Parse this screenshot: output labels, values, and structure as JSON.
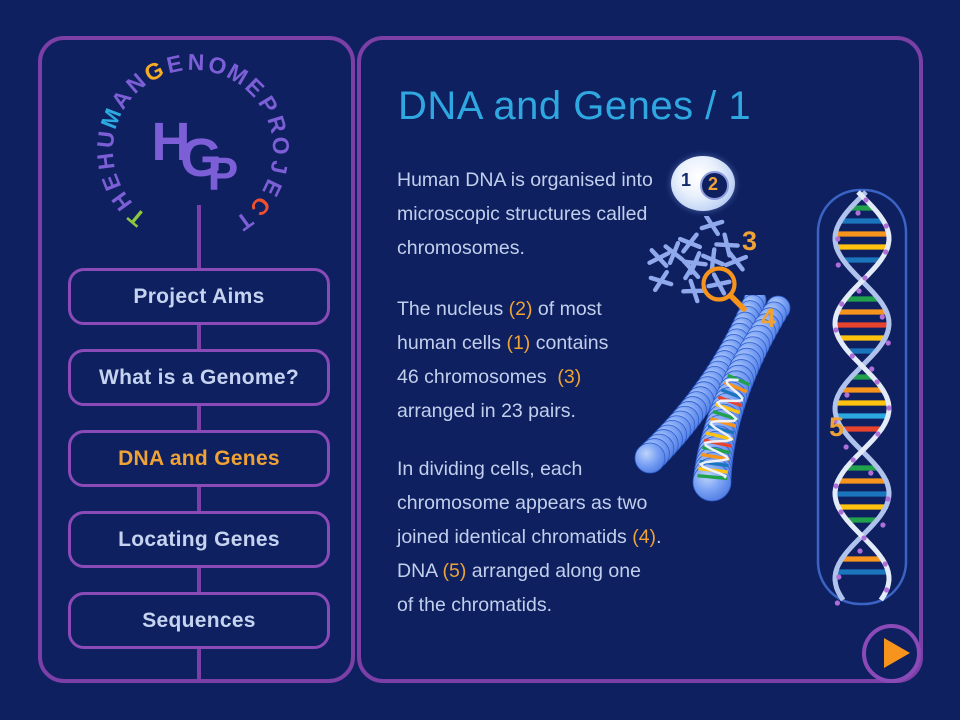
{
  "colors": {
    "background": "#0E2060",
    "panel_border": "#7C3FA6",
    "button_border": "#8A4AB8",
    "accent_orange": "#EFA235",
    "title_blue": "#2FA8E1",
    "body_text": "#C2CFEC",
    "nav_text": "#C6D3F0",
    "logo_purple": "#7C5FD6",
    "magnifier_orange": "#F7941D",
    "play_orange": "#F7941D"
  },
  "sidebar": {
    "logo": {
      "ring_text": "THE HUMAN GENOME PROJECT",
      "center": "HGP",
      "letter_colors": {
        "0": "#8DC63F",
        "5": "#2BA9E0",
        "8": "#F7AC26",
        "19": "#F0502D"
      }
    },
    "nav": [
      {
        "label": "Project Aims",
        "active": false
      },
      {
        "label": "What is a Genome?",
        "active": false
      },
      {
        "label": "DNA and Genes",
        "active": true
      },
      {
        "label": "Locating Genes",
        "active": false
      },
      {
        "label": "Sequences",
        "active": false
      }
    ]
  },
  "main": {
    "title": "DNA and Genes / 1",
    "paragraphs": [
      {
        "lines": [
          [
            {
              "t": "Human DNA is organised into"
            }
          ],
          [
            {
              "t": "microscopic structures called"
            }
          ],
          [
            {
              "t": "chromosomes."
            }
          ]
        ]
      },
      {
        "lines": [
          [
            {
              "t": "The nucleus "
            },
            {
              "t": "(2)",
              "accent": true
            },
            {
              "t": " of most"
            }
          ],
          [
            {
              "t": "human cells "
            },
            {
              "t": "(1)",
              "accent": true
            },
            {
              "t": " contains"
            }
          ],
          [
            {
              "t": "46 chromosomes  "
            },
            {
              "t": "(3)",
              "accent": true
            }
          ],
          [
            {
              "t": "arranged in 23 pairs."
            }
          ]
        ]
      },
      {
        "lines": [
          [
            {
              "t": "In dividing cells, each"
            }
          ],
          [
            {
              "t": "chromosome appears as two"
            }
          ],
          [
            {
              "t": "joined identical chromatids "
            },
            {
              "t": "(4)",
              "accent": true
            },
            {
              "t": "."
            }
          ],
          [
            {
              "t": "DNA "
            },
            {
              "t": "(5)",
              "accent": true
            },
            {
              "t": " arranged along one"
            }
          ],
          [
            {
              "t": "of the chromatids."
            }
          ]
        ]
      }
    ],
    "figure_labels": {
      "cell": "1",
      "nucleus": "2",
      "chromosomes": "3",
      "chromatid": "4",
      "dna": "5"
    }
  },
  "illustration": {
    "dna_rung_colors": [
      "#22A14C",
      "#1B75BC",
      "#F7941D",
      "#FFC20E",
      "#1B75BC",
      "#22A14C",
      "#F7941D",
      "#E8432C",
      "#FFC20E",
      "#1B75BC",
      "#22A14C",
      "#F7941D",
      "#FFC20E",
      "#2BA9E0",
      "#E8432C",
      "#22A14C",
      "#F7941D",
      "#1B75BC",
      "#FFC20E",
      "#22A14C",
      "#F7941D",
      "#1B75BC"
    ],
    "chromatid_stripe_colors": [
      "#22A14C",
      "#F7941D",
      "#1B75BC",
      "#E8432C",
      "#FFC20E",
      "#22A14C",
      "#F7941D",
      "#1B75BC",
      "#FFC20E",
      "#E8432C",
      "#22A14C",
      "#F7941D",
      "#1B75BC",
      "#FFC20E",
      "#22A14C",
      "#F7941D"
    ]
  }
}
